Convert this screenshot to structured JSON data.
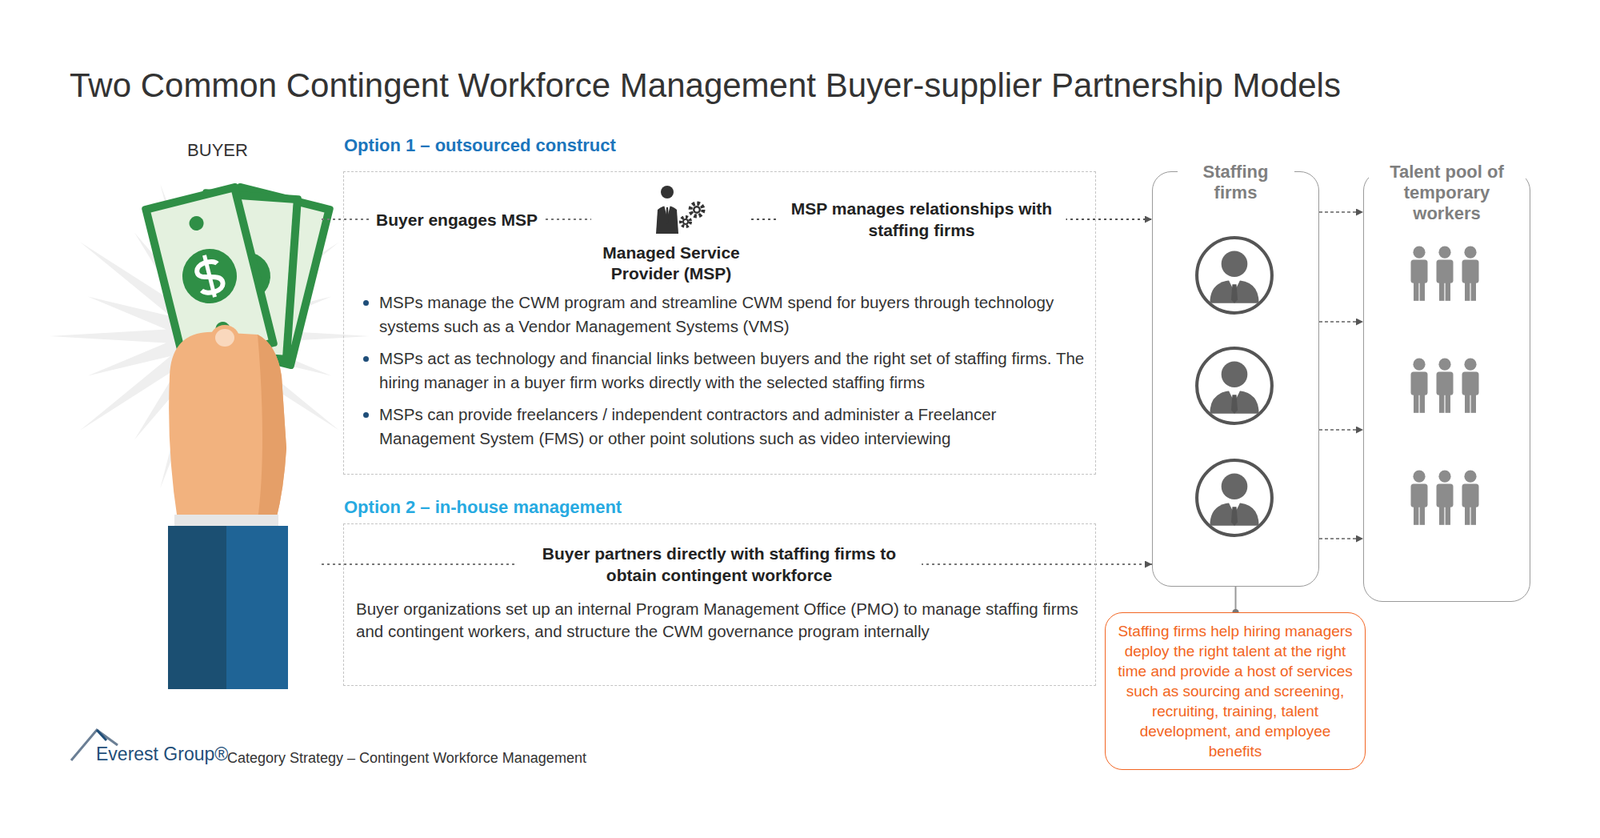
{
  "diagram": {
    "title": "Two Common Contingent Workforce Management Buyer-supplier Partnership Models",
    "nodes": [
      {
        "text": [
          "BUYER"
        ]
      },
      {
        "text": [
          "Option 1 – outsourced construct",
          "MSPs manage the CWM program and streamline CWM spend for buyers through technology systems such as a Vendor Management Systems (VMS)",
          "MSPs act as technology and financial links between buyers and the right set of staffing firms. The hiring manager in a buyer firm works directly with the selected staffing firms",
          "MSPs can provide freelancers / independent contractors and administer a Freelancer Management System (FMS) or other point solutions such as video interviewing"
        ]
      },
      {
        "text": [
          "Managed Service Provider (MSP)"
        ],
        "in": 1
      },
      {
        "text": [
          "Option 2 – in-house management",
          "Buyer organizations set up an internal Program Management Office (PMO) to manage staffing firms and contingent workers, and structure the CWM governance program internally"
        ]
      },
      {
        "text": [
          "Staffing firms"
        ]
      },
      {
        "text": [
          "Talent pool of temporary workers"
        ]
      },
      {
        "text": [
          "Staffing firms help hiring managers deploy the right talent at the right time and provide a host of services such as sourcing and screening, recruiting, training, talent development, and employee benefits"
        ]
      }
    ],
    "edges": [
      {
        "from": 0,
        "to": 2,
        "arrow": "none",
        "label": "Buyer engages MSP"
      },
      {
        "from": 2,
        "to": 4,
        "arrow": "to",
        "label": "MSP manages relationships with staffing firms"
      },
      {
        "from": 0,
        "to": 4,
        "arrow": "to",
        "label": "Buyer partners directly with staffing firms to obtain contingent workforce"
      },
      {
        "from": 4,
        "to": 5,
        "arrow": "to"
      },
      {
        "from": 4,
        "to": 5,
        "arrow": "to"
      },
      {
        "from": 4,
        "to": 5,
        "arrow": "to"
      },
      {
        "from": 4,
        "to": 5,
        "arrow": "to"
      },
      {
        "from": 4,
        "to": 6,
        "arrow": "none"
      }
    ],
    "labels": [
      "Everest Group®",
      "Category Strategy – Contingent Workforce Management"
    ]
  }
}
